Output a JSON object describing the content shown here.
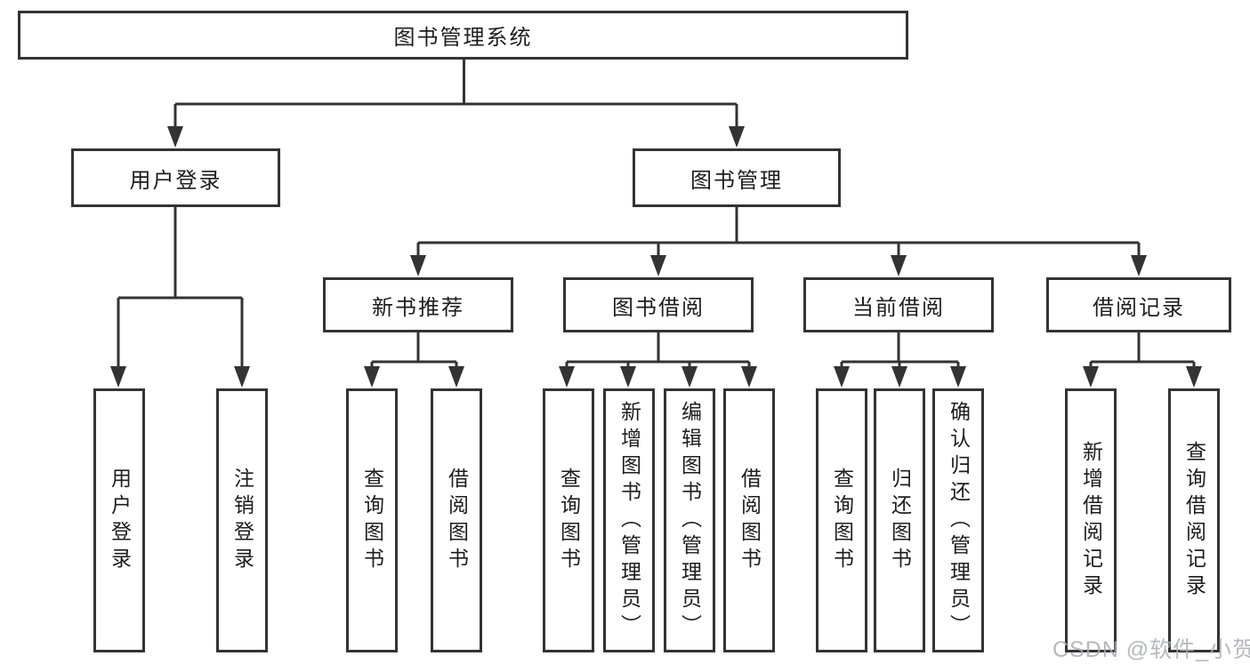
{
  "tree": {
    "root": "图书管理系统",
    "user_login": {
      "label": "用户登录",
      "children": [
        "用户登录",
        "注销登录"
      ]
    },
    "book_management": {
      "label": "图书管理",
      "new_book_recommend": {
        "label": "新书推荐",
        "children": [
          "查询图书",
          "借阅图书"
        ]
      },
      "book_borrow": {
        "label": "图书借阅",
        "children": [
          "查询图书",
          "新增图书（管理员）",
          "编辑图书（管理员）",
          "借阅图书"
        ]
      },
      "current_borrow": {
        "label": "当前借阅",
        "children": [
          "查询图书",
          "归还图书",
          "确认归还（管理员）"
        ]
      },
      "borrow_records": {
        "label": "借阅记录",
        "children": [
          "新增借阅记录",
          "查询借阅记录"
        ]
      }
    }
  },
  "watermark": "CSDN @软件_小贺同学",
  "colors": {
    "line": "#333333",
    "text": "#1d1d1f",
    "watermark": "#a9adb2",
    "background": "#ffffff"
  }
}
